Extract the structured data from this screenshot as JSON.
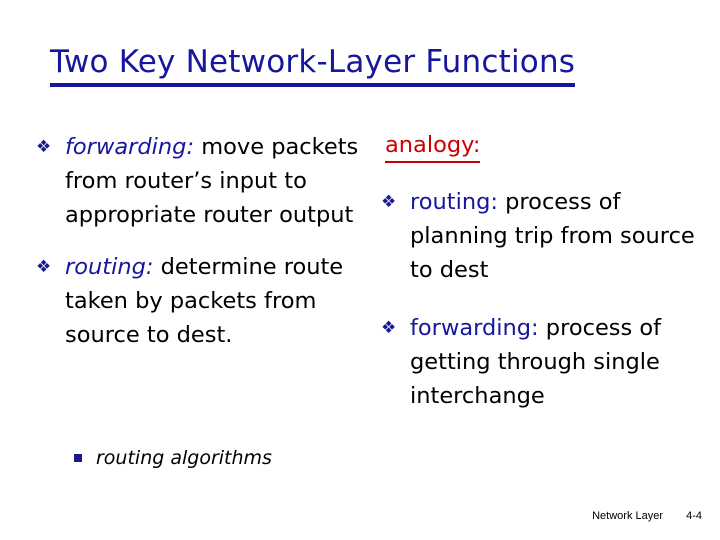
{
  "slide": {
    "title": "Two Key Network-Layer Functions",
    "title_color": "#16179c",
    "background": "#ffffff"
  },
  "colors": {
    "title_blue": "#16179c",
    "term_blue": "#16179c",
    "bullet_navy": "#1a1a8e",
    "analogy_red": "#cc0000",
    "body_black": "#000000"
  },
  "left_column": {
    "bullets": [
      {
        "marker": "diamond-bullet",
        "term": "forwarding:",
        "term_style": "italic",
        "body": " move packets from router’s input to appropriate router output"
      },
      {
        "marker": "diamond-bullet",
        "term": "routing:",
        "term_style": "italic",
        "body": " determine route taken by packets from source to dest."
      }
    ]
  },
  "right_column": {
    "heading": "analogy:",
    "heading_color": "#cc0000",
    "bullets": [
      {
        "marker": "diamond-bullet",
        "term": "routing:",
        "term_style": "upright",
        "body": " process of planning trip from source to dest"
      },
      {
        "marker": "diamond-bullet",
        "term": "forwarding:",
        "term_style": "upright",
        "body": " process of getting through single interchange"
      }
    ]
  },
  "sub_bullet": {
    "marker": "square-bullet",
    "label": "routing algorithms"
  },
  "footer": {
    "section": "Network Layer",
    "page": "4-4"
  },
  "icons": {
    "diamond_bullet_glyph": "❖",
    "square_bullet_glyph": "▪"
  }
}
